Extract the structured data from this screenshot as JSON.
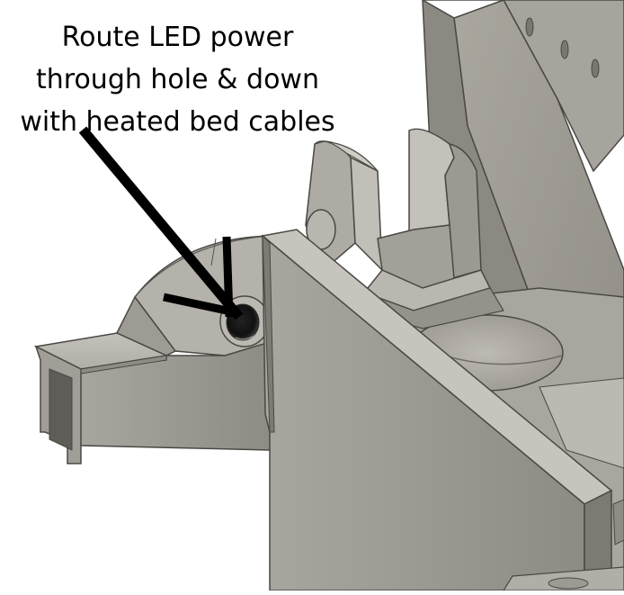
{
  "annotation": {
    "lines": [
      "Route LED power",
      "through hole & down",
      "with heated bed cables"
    ]
  },
  "colors": {
    "background": "#ffffff",
    "part_light": "#b6b3ac",
    "part_mid": "#9d9a93",
    "part_dark": "#7f7c76",
    "edge": "#4a4844",
    "arrow": "#000000",
    "text": "#000000"
  }
}
